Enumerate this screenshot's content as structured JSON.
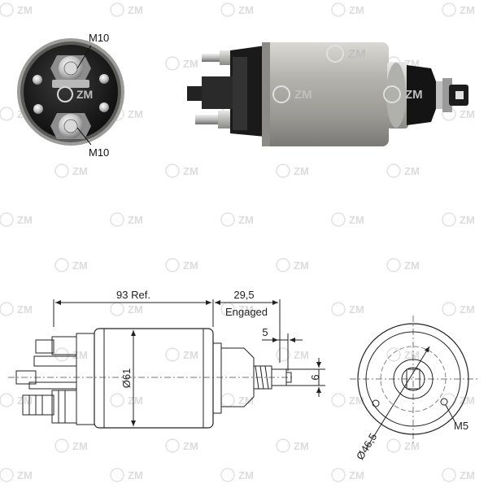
{
  "watermark": {
    "text": "ZM",
    "color": "#c8c8c8"
  },
  "photo": {
    "terminal_top_label": "M10",
    "terminal_bottom_label": "M10",
    "body_color": "#a9a8a3",
    "insulator_color": "#151515"
  },
  "drawing": {
    "length_label": "93 Ref.",
    "stroke_label": "29,5",
    "stroke_note": "Engaged",
    "gap_label": "5",
    "plunger_width_label": "6",
    "body_diameter_label": "Ø61",
    "bolt_circle_label": "Ø46,5",
    "thread_label": "M5"
  },
  "icons": [
    "zm-logo-icon"
  ]
}
